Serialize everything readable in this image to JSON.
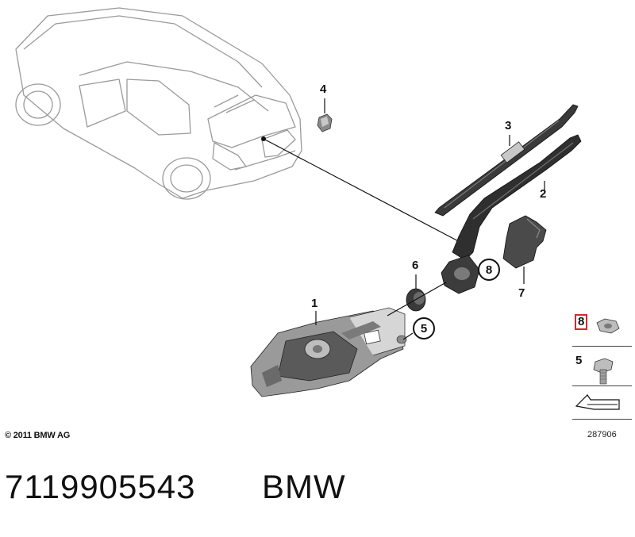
{
  "copyright": "© 2011 BMW AG",
  "diagram_number": "287906",
  "part_number": "7119905543",
  "brand": "BMW",
  "callouts": {
    "c1": "1",
    "c2": "2",
    "c3": "3",
    "c4": "4",
    "c5": "5",
    "c6": "6",
    "c7": "7",
    "c8": "8"
  },
  "legend": {
    "row1": "8",
    "row2": "5"
  },
  "colors": {
    "line": "#111111",
    "car_outline": "#9a9a9a",
    "part_dark": "#3a3a3a",
    "part_mid": "#7a7a7a",
    "part_light": "#c8c8c8",
    "highlight": "#d9262c"
  }
}
